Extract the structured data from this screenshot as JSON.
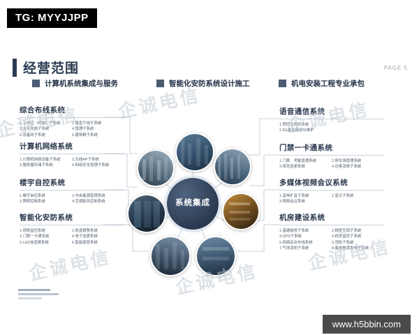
{
  "top_tag": "TG: MYYJJPP",
  "slide": {
    "title": "经营范围",
    "page_label": "PAGE 5",
    "hub_label": "系统集成",
    "chips": [
      {
        "label": "计算机系统集成与服务"
      },
      {
        "label": "智能化安防系统设计施工"
      },
      {
        "label": "机电安装工程专业承包"
      }
    ],
    "left_sections": [
      {
        "name": "综合布线系统",
        "items": [
          "1.工作区（终端）子系统",
          "2.垂直干线子系统",
          "3.水平布线子系统",
          "4.管理子系统",
          "5.设备间子系统",
          "6.建筑群子系统"
        ]
      },
      {
        "name": "计算机网络系统",
        "items": [
          "1.计算机网络设备子系统",
          "2.无线AP子系统",
          "3.服务器存储子系统",
          "4.网络安全管理子系统"
        ]
      },
      {
        "name": "楼宇自控系统",
        "items": [
          "1.楼宇自控系统",
          "2.中央能源管理系统",
          "3.照明控制系统",
          "4.空调新风控制系统"
        ]
      },
      {
        "name": "智能化安防系统",
        "items": [
          "1.视频监控系统",
          "2.防盗报警系统",
          "3.门禁一卡通系统",
          "4.电子巡更系统",
          "5.LED信息屏系统",
          "6.智能家居系统"
        ]
      }
    ],
    "right_sections": [
      {
        "name": "语音通信系统",
        "items": [
          "1.程控交换机系统",
          "2.5G基站建设与维护"
        ]
      },
      {
        "name": "门禁一卡通系统",
        "items": [
          "1.门禁、考勤管理系统",
          "2.停车场管理系统",
          "3.保安巡更系统",
          "4.访客消费子系统"
        ]
      },
      {
        "name": "多媒体视频会议系统",
        "items": [
          "1.音响扩音子系统",
          "2.显示子系统",
          "3.视频会议系统"
        ]
      },
      {
        "name": "机房建设系统",
        "items": [
          "1.基建装修子系统",
          "2.精密空调子系统",
          "3.UPS子系统",
          "4.机房监控子系统",
          "5.网络综合布线系统",
          "6.消防子系统",
          "7.气体消防子系统",
          "8.备用电源发电子系统"
        ]
      }
    ],
    "watermarks": [
      "企诚电信",
      "企诚电信",
      "企诚电信",
      "企诚电信",
      "企诚电信",
      "企诚电信"
    ]
  },
  "bottom_url": "www.h5bbin.com",
  "colors": {
    "accent_dark": "#2a3c55",
    "chip_square": "#4a5b72",
    "tag_bg": "#000000",
    "url_bg": "#4b4b4b"
  }
}
